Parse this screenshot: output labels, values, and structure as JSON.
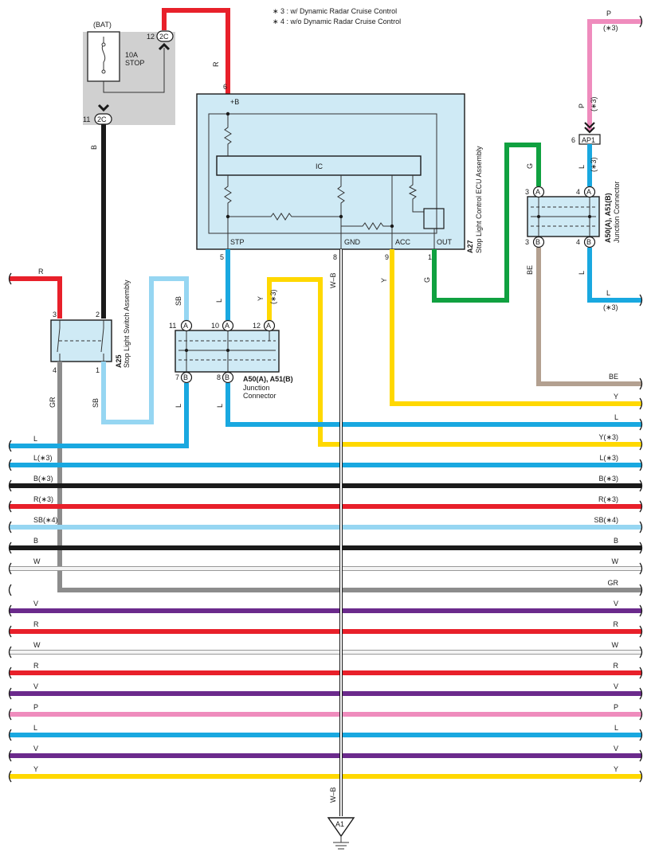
{
  "notes": [
    "∗ 3 : w/ Dynamic Radar Cruise Control",
    "∗ 4 : w/o Dynamic Radar Cruise Control"
  ],
  "colors": {
    "R": "#e8202a",
    "B": "#1a1a1a",
    "L": "#19a8e0",
    "SB": "#96d6f2",
    "Y": "#ffd800",
    "G": "#10a140",
    "P": "#ef8cbd",
    "BE": "#b3a090",
    "GR": "#8c8c8c",
    "V": "#6b2a8c",
    "W": "#d8d8d8",
    "box": "#cfeaf5",
    "shade": "#d0d0d0"
  },
  "fuse": {
    "title": "(BAT)",
    "rating": "10A",
    "name": "STOP",
    "conn_top": "2C",
    "pin_top": "12",
    "conn_bot": "2C",
    "pin_bot": "11",
    "wire_up": "R",
    "wire_down": "B"
  },
  "ecu": {
    "code": "A27",
    "name": "Stop Light Control ECU Assembly",
    "ic": "IC",
    "terminals": {
      "b": "+B",
      "stp": "STP",
      "gnd": "GND",
      "acc": "ACC",
      "out": "OUT"
    },
    "pins": {
      "b": "6",
      "stp": "5",
      "gnd": "8",
      "acc": "9",
      "out": "1"
    },
    "wires": {
      "stp": "L",
      "gnd": "W–B",
      "acc": "Y",
      "out": "G"
    }
  },
  "switch": {
    "code": "A25",
    "name": "Stop Light Switch Assembly",
    "pins": {
      "p3": "3",
      "p2": "2",
      "p4": "4",
      "p1": "1"
    },
    "wires": {
      "left": "R",
      "bottom_left": "GR",
      "bottom_right": "SB",
      "top_sb": "SB"
    }
  },
  "jc_mid": {
    "code": "A50(A), A51(B)",
    "name1": "Junction",
    "name2": "Connector",
    "pins": {
      "a11": "11",
      "a10": "10",
      "a12": "12",
      "b7": "7",
      "b8": "8"
    },
    "conn": {
      "a": "A",
      "b": "B"
    },
    "wires": {
      "y": "Y",
      "y_note": "(∗3)",
      "l": "L",
      "l_bottom": "L"
    }
  },
  "jc_right": {
    "code": "A50(A), A51(B)",
    "name": "Junction Connector",
    "pins": {
      "a3": "3",
      "a4": "4",
      "b3": "3",
      "b4": "4"
    },
    "conn": {
      "a": "A",
      "b": "B"
    },
    "wires": {
      "g": "G",
      "be": "BE",
      "l_top": "L",
      "l_top_note": "(∗3)",
      "l_bot": "L"
    }
  },
  "ap1": {
    "code": "AP1",
    "pin": "6",
    "wire": "P",
    "wire_note": "(∗3)"
  },
  "top_right": {
    "p": "P",
    "p_note": "(∗3)",
    "l": "L",
    "l_note": "(∗3)"
  },
  "ground": {
    "code": "A1",
    "wire": "W–B"
  },
  "left_labels": [
    "L",
    "L(∗3)",
    "B(∗3)",
    "R(∗3)",
    "SB(∗4)",
    "B",
    "W",
    "V",
    "R",
    "W",
    "R",
    "V",
    "P",
    "L",
    "V",
    "Y"
  ],
  "right_labels": [
    "BE",
    "Y",
    "L",
    "Y(∗3)",
    "L(∗3)",
    "B(∗3)",
    "R(∗3)",
    "SB(∗4)",
    "B",
    "W",
    "GR",
    "V",
    "R",
    "W",
    "R",
    "V",
    "P",
    "L",
    "V",
    "Y"
  ]
}
